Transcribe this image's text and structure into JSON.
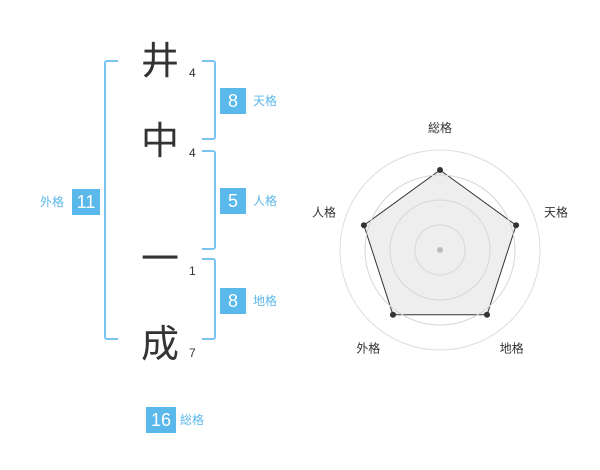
{
  "name": {
    "characters": [
      {
        "char": "井",
        "strokes": "4"
      },
      {
        "char": "中",
        "strokes": "4"
      },
      {
        "char": "一",
        "strokes": "1"
      },
      {
        "char": "成",
        "strokes": "7"
      }
    ]
  },
  "fortunes": {
    "tenkaku": {
      "value": "8",
      "label": "天格"
    },
    "jinkaku": {
      "value": "5",
      "label": "人格"
    },
    "chikaku": {
      "value": "8",
      "label": "地格"
    },
    "gaikaku": {
      "value": "11",
      "label": "外格"
    },
    "soukaku": {
      "value": "16",
      "label": "総格"
    }
  },
  "chart_data": {
    "type": "radar",
    "axes": [
      "総格",
      "天格",
      "地格",
      "外格",
      "人格"
    ],
    "values": [
      0.8,
      0.8,
      0.8,
      0.8,
      0.8
    ],
    "range": [
      0,
      1
    ],
    "rings": 4
  },
  "colors": {
    "accent": "#5bb8ea",
    "bracket": "#7cc4f0"
  }
}
